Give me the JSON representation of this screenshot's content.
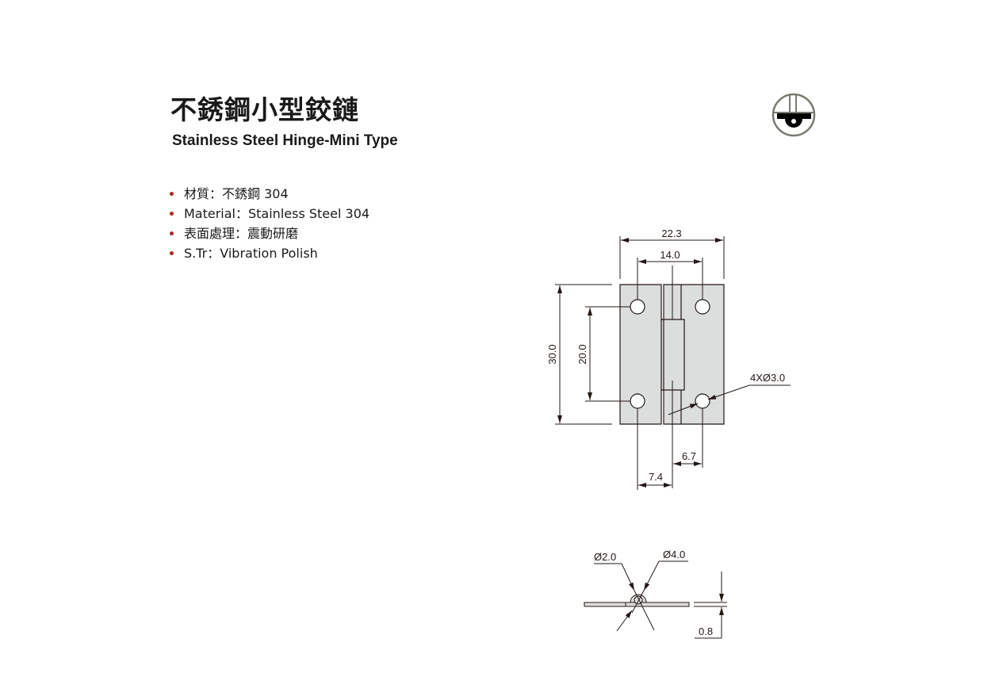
{
  "header": {
    "title_zh": "不銹鋼小型鉸鏈",
    "title_en": "Stainless Steel Hinge-Mini Type",
    "mount_icon": "mount-type-symbol-icon"
  },
  "specs": [
    {
      "label": "材質：不銹鋼 304"
    },
    {
      "label": "Material：Stainless Steel 304"
    },
    {
      "label": "表面處理：震動研磨"
    },
    {
      "label": "S.Tr：Vibration Polish"
    }
  ],
  "bullet_color": "#b3261e",
  "drawing": {
    "front_view": {
      "overall_width": "22.3",
      "hole_spacing_x": "14.0",
      "height": "30.0",
      "hole_spacing_y": "20.0",
      "holes": "4XØ3.0",
      "left_offset": "7.4",
      "right_offset": "6.7"
    },
    "side_view": {
      "pin_diameter": "Ø2.0",
      "knuckle_diameter": "Ø4.0",
      "thickness": "0.8"
    }
  }
}
